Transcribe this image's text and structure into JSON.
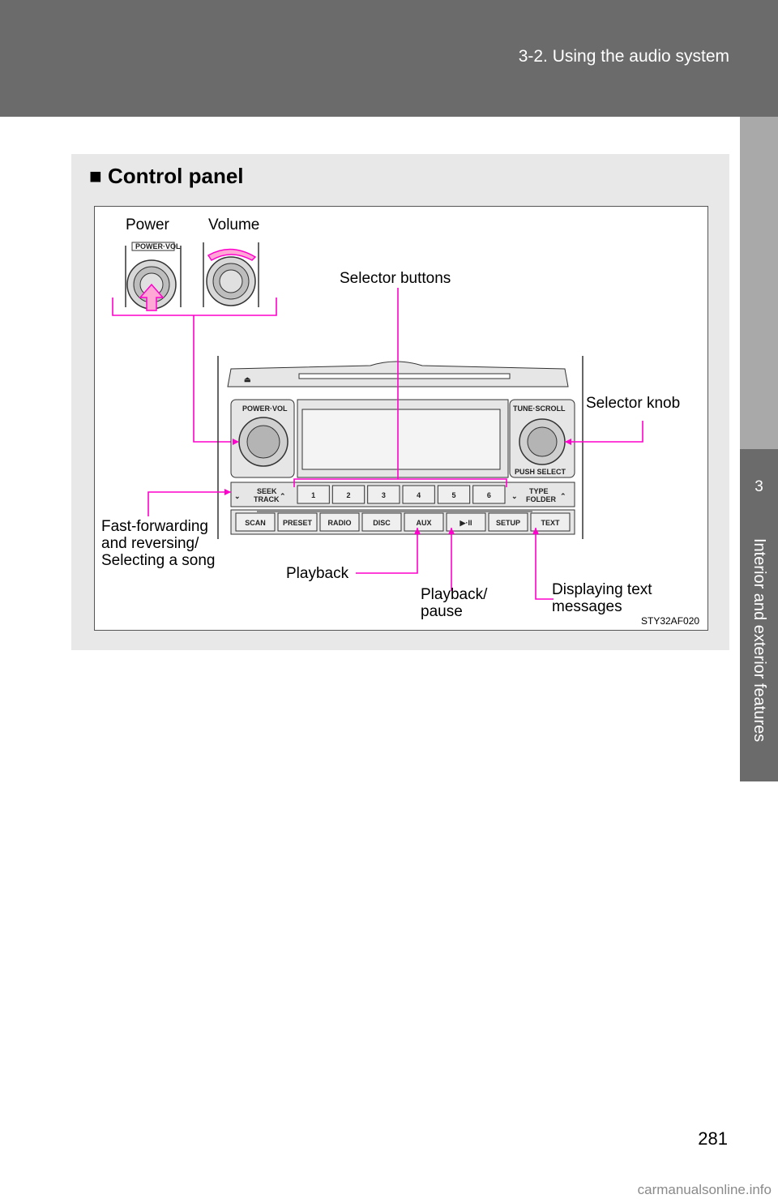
{
  "header": {
    "title": "3-2. Using the audio system"
  },
  "side_tab": {
    "number": "3",
    "label": "Interior and exterior features"
  },
  "section": {
    "bullet": "■",
    "title": "Control panel"
  },
  "figure": {
    "id": "STY32AF020",
    "callouts": {
      "power": "Power",
      "volume": "Volume",
      "selector_buttons": "Selector buttons",
      "selector_knob": "Selector knob",
      "fast_forwarding": "Fast-forwarding\nand reversing/\nSelecting a song",
      "playback": "Playback",
      "playback_pause": "Playback/\npause",
      "displaying_text": "Displaying text\nmessages"
    },
    "unit_labels": {
      "power_vol": "POWER·VOL",
      "tune_scroll": "TUNE·SCROLL",
      "push_select": "PUSH SELECT",
      "seek": "SEEK",
      "track": "TRACK",
      "type": "TYPE",
      "folder": "FOLDER",
      "presets": [
        "1",
        "2",
        "3",
        "4",
        "5",
        "6"
      ],
      "bottom_buttons": [
        "SCAN",
        "PRESET",
        "RADIO",
        "DISC",
        "AUX",
        "▶·II",
        "SETUP",
        "TEXT"
      ]
    },
    "accent_color": "#ff00cc"
  },
  "page_number": "281",
  "watermark": "carmanualsonline.info"
}
